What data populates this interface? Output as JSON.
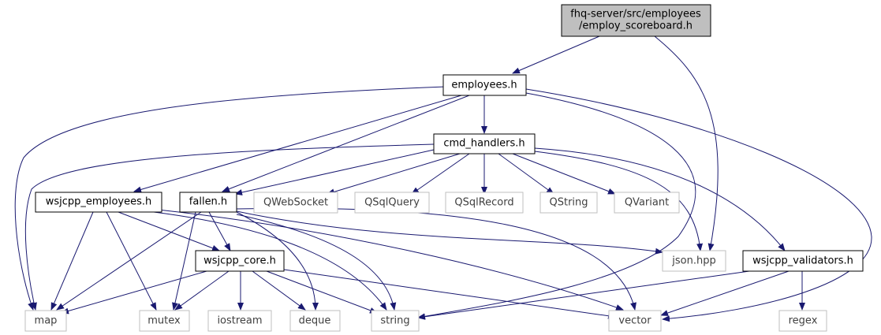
{
  "colors": {
    "edge": "#191970",
    "node_border": "#000000",
    "external_border": "#bfbfbf",
    "external_text": "#404040",
    "root_fill": "#bfbfbf",
    "text": "#000000"
  },
  "nodes": {
    "root": {
      "lines": [
        "fhq-server/src/employees",
        "/employ_scoreboard.h"
      ]
    },
    "employees_h": {
      "label": "employees.h"
    },
    "cmd_handlers_h": {
      "label": "cmd_handlers.h"
    },
    "wsjcpp_employees_h": {
      "label": "wsjcpp_employees.h"
    },
    "fallen_h": {
      "label": "fallen.h"
    },
    "qwebsocket": {
      "label": "QWebSocket"
    },
    "qsqlquery": {
      "label": "QSqlQuery"
    },
    "qsqlrecord": {
      "label": "QSqlRecord"
    },
    "qstring": {
      "label": "QString"
    },
    "qvariant": {
      "label": "QVariant"
    },
    "wsjcpp_core_h": {
      "label": "wsjcpp_core.h"
    },
    "json_hpp": {
      "label": "json.hpp"
    },
    "wsjcpp_validators_h": {
      "label": "wsjcpp_validators.h"
    },
    "map": {
      "label": "map"
    },
    "mutex": {
      "label": "mutex"
    },
    "iostream": {
      "label": "iostream"
    },
    "deque": {
      "label": "deque"
    },
    "string": {
      "label": "string"
    },
    "vector": {
      "label": "vector"
    },
    "regex": {
      "label": "regex"
    }
  }
}
